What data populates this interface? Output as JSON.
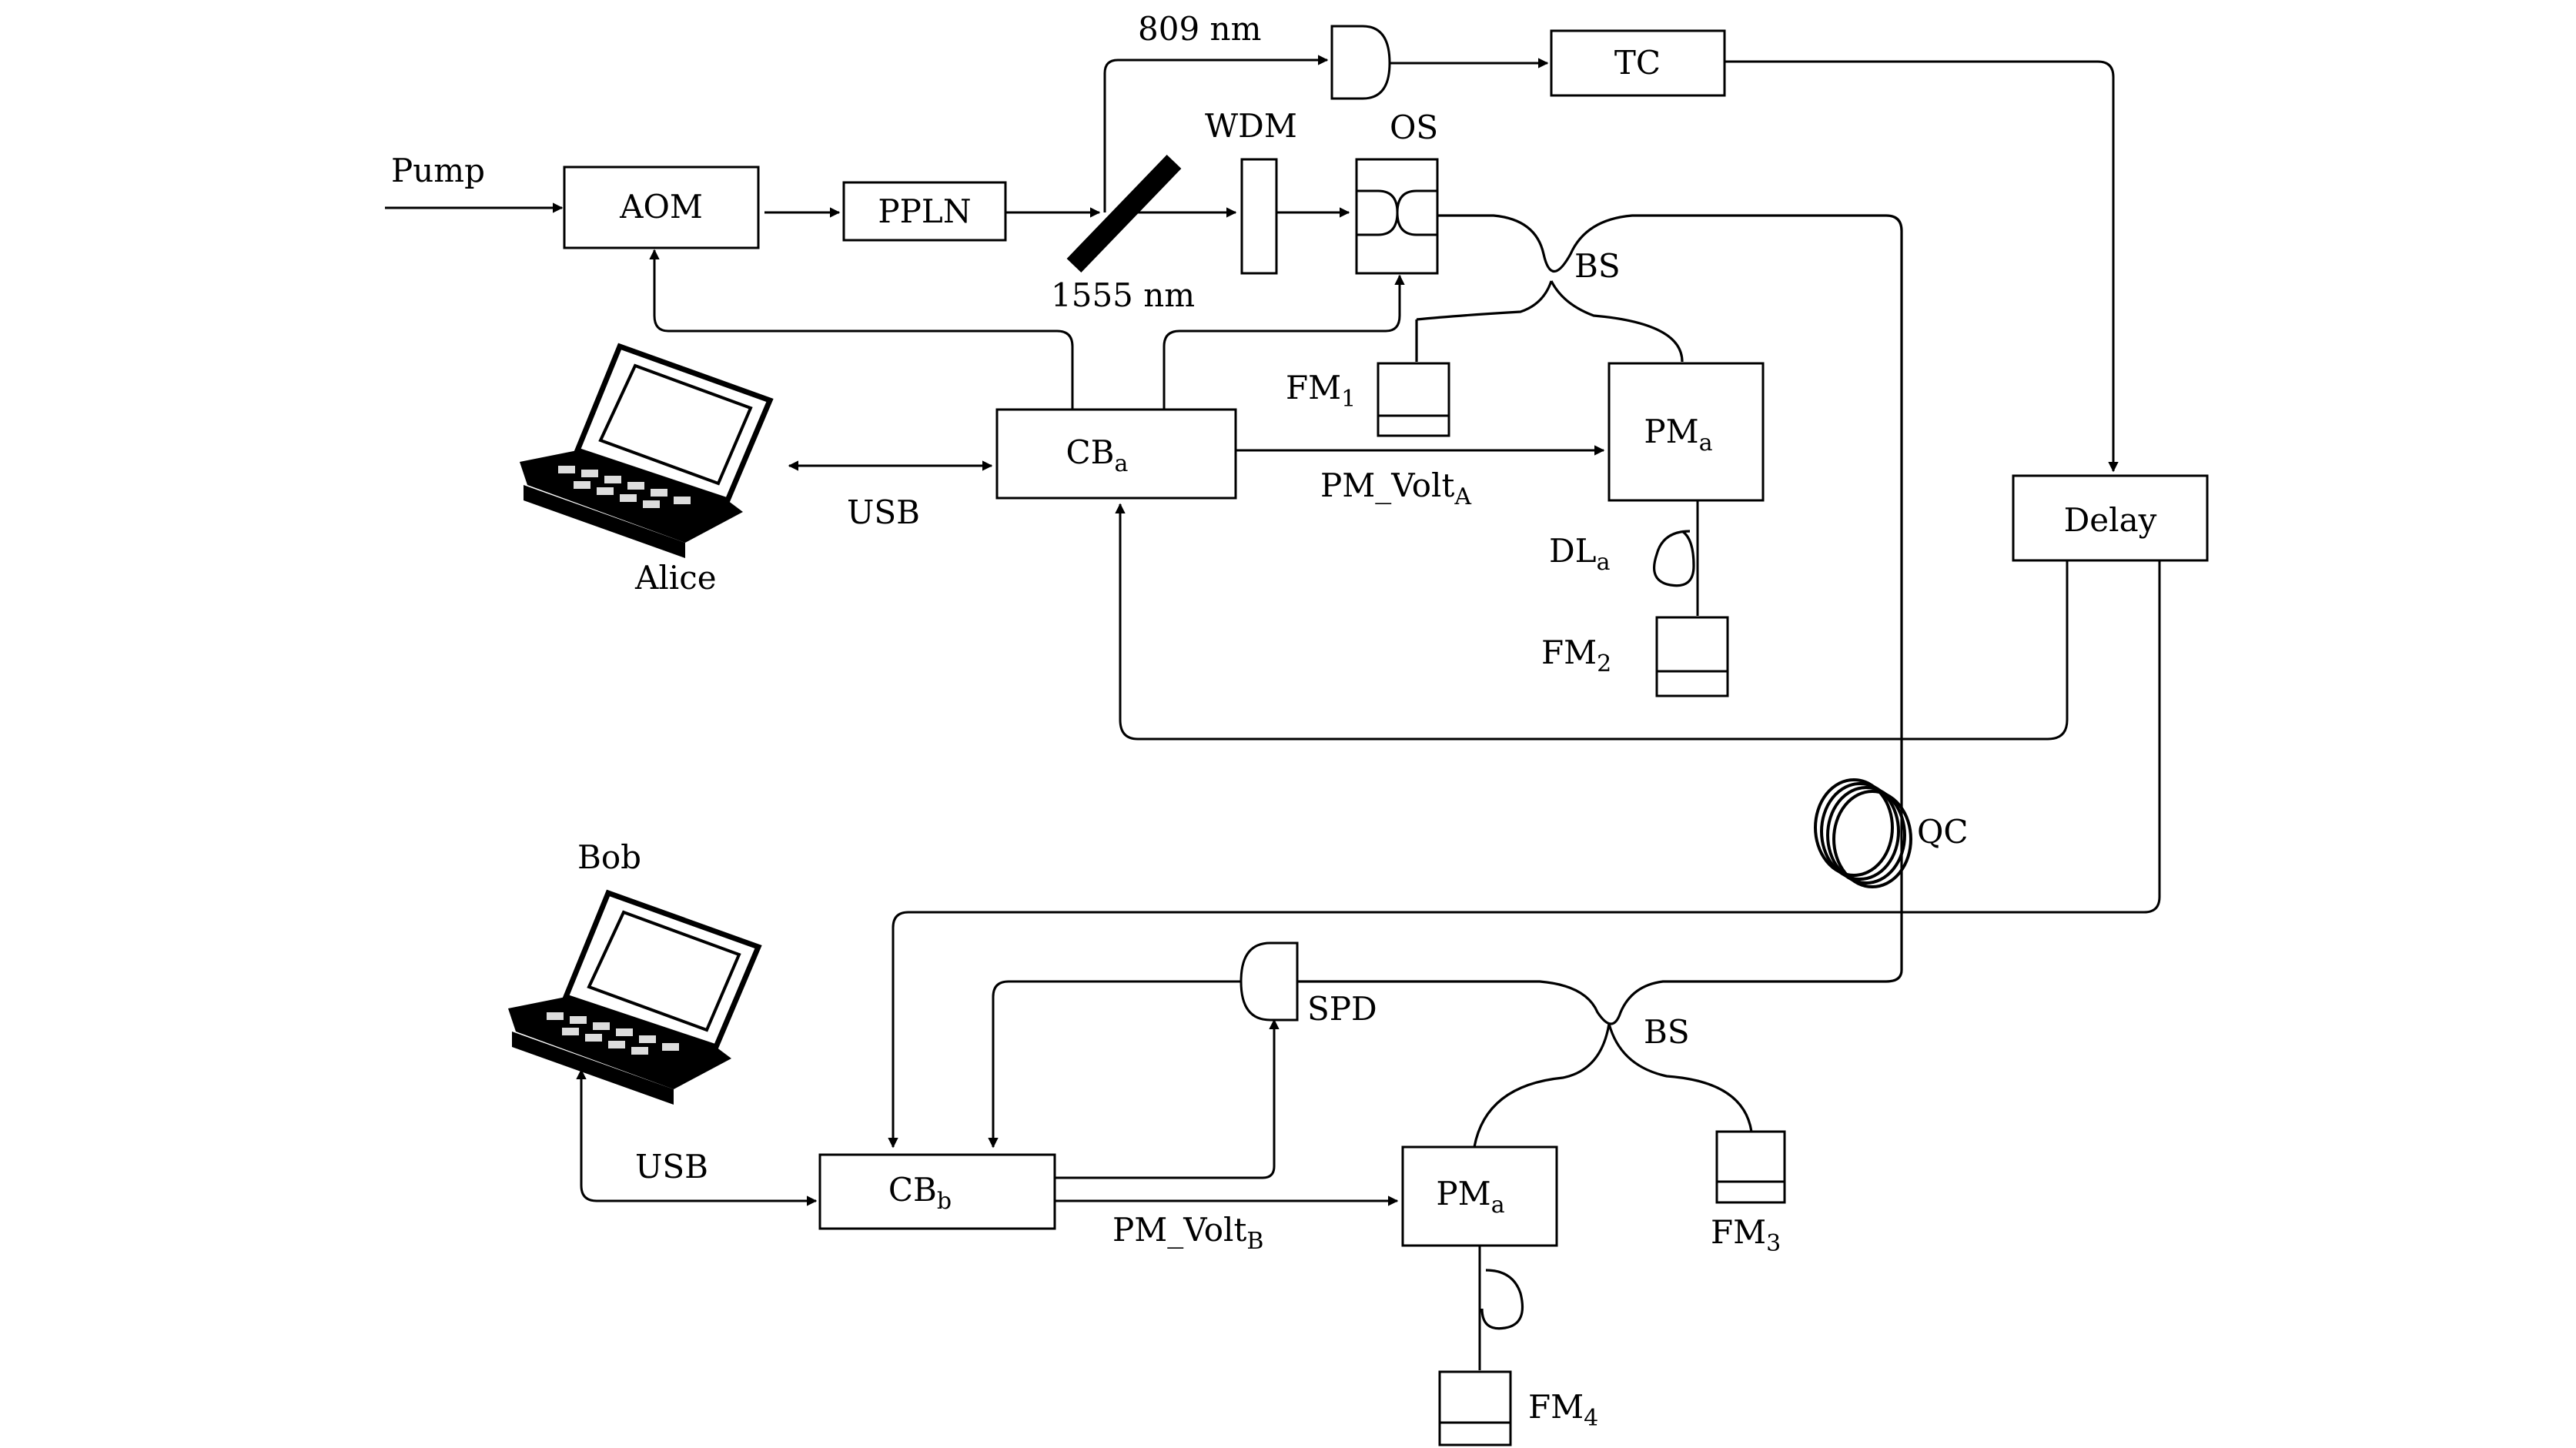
{
  "labels": {
    "pump": "Pump",
    "aom": "AOM",
    "ppln": "PPLN",
    "nm809": "809 nm",
    "nm1555": "1555 nm",
    "wdm": "WDM",
    "os": "OS",
    "tc": "TC",
    "bs_top": "BS",
    "fm1": "FM",
    "fm1_sub": "1",
    "pm_top": "PM",
    "pm_top_sub": "a",
    "cba": "CB",
    "cba_sub": "a",
    "usb_top": "USB",
    "alice": "Alice",
    "pm_volt_a": "PM_Volt",
    "pm_volt_a_sub": "A",
    "dla": "DL",
    "dla_sub": "a",
    "fm2": "FM",
    "fm2_sub": "2",
    "delay": "Delay",
    "qc": "QC",
    "bob": "Bob",
    "spd": "SPD",
    "bs_bottom": "BS",
    "usb_bottom": "USB",
    "cbb": "CB",
    "cbb_sub": "b",
    "pm_volt_b": "PM_Volt",
    "pm_volt_b_sub": "B",
    "pm_bottom": "PM",
    "pm_bottom_sub": "a",
    "fm3": "FM",
    "fm3_sub": "3",
    "fm4": "FM",
    "fm4_sub": "4"
  },
  "icons": {
    "alice_laptop": "laptop-icon",
    "bob_laptop": "laptop-icon",
    "detector": "photodetector-icon",
    "fiber_coil": "fiber-coil-icon"
  }
}
